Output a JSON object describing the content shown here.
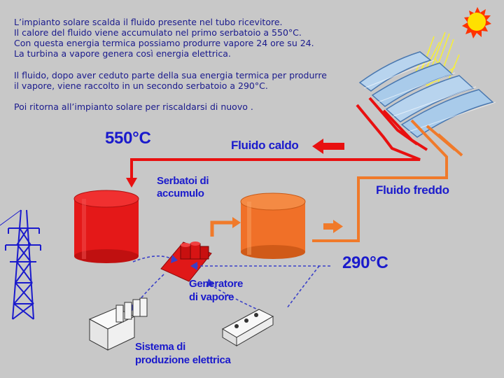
{
  "description": {
    "paragraph_1": "L’impianto solare scalda il fluido presente nel tubo ricevitore.\nIl calore del fluido viene accumulato nel primo serbatoio a 550°C.\nCon questa energia termica possiamo produrre vapore 24 ore su 24.\nLa turbina a vapore genera così energia elettrica.",
    "paragraph_2": "Il fluido, dopo aver ceduto parte della sua energia termica per produrre\nil vapore, viene raccolto in un secondo serbatoio a 290°C.",
    "paragraph_3": "Poi ritorna all’impianto solare per riscaldarsi di nuovo ."
  },
  "labels": {
    "temp_hot": "550°C",
    "fluido_caldo": "Fluido caldo",
    "serbatoi": "Serbatoi di\naccumulo",
    "fluido_freddo": "Fluido freddo",
    "temp_cold": "290°C",
    "generatore": "Generatore\ndi vapore",
    "sistema": "Sistema di\nproduzione elettrica"
  },
  "colors": {
    "background": "#c8c8c8",
    "text_blue": "#1a1a8c",
    "label_blue": "#1a1acc",
    "hot_red": "#e81010",
    "cold_orange": "#f07a2a",
    "sun_yellow": "#ffe000"
  }
}
